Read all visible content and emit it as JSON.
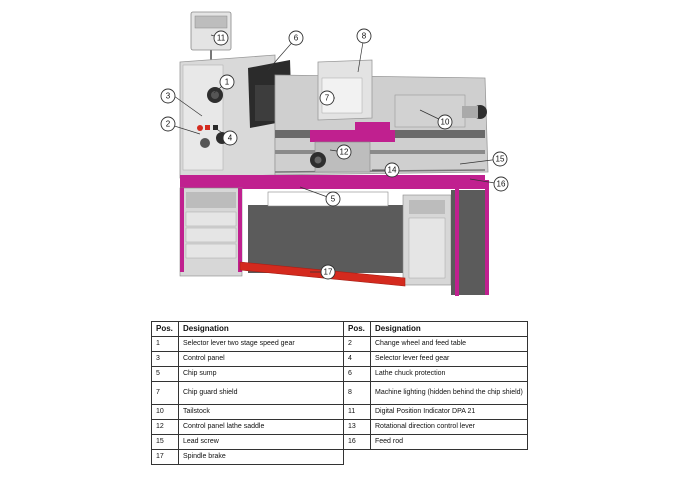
{
  "diagram": {
    "callouts": [
      {
        "number": "1"
      },
      {
        "number": "2"
      },
      {
        "number": "3"
      },
      {
        "number": "4"
      },
      {
        "number": "5"
      },
      {
        "number": "6"
      },
      {
        "number": "7"
      },
      {
        "number": "8"
      },
      {
        "number": "10"
      },
      {
        "number": "11"
      },
      {
        "number": "12"
      },
      {
        "number": "14"
      },
      {
        "number": "15"
      },
      {
        "number": "16"
      },
      {
        "number": "17"
      }
    ],
    "colors": {
      "accent": "#c0208f",
      "brake_bar": "#d42a1e",
      "body": "#d7d7d7",
      "cabinet": "#5b5b5b"
    }
  },
  "table": {
    "headers": {
      "pos": "Pos.",
      "designation": "Designation"
    },
    "rows": [
      {
        "left_pos": "1",
        "left_desc": "Selector lever two stage speed gear",
        "right_pos": "2",
        "right_desc": "Change wheel and feed table"
      },
      {
        "left_pos": "3",
        "left_desc": "Control panel",
        "right_pos": "4",
        "right_desc": "Selector lever feed gear"
      },
      {
        "left_pos": "5",
        "left_desc": "Chip sump",
        "right_pos": "6",
        "right_desc": "Lathe chuck protection"
      },
      {
        "left_pos": "7",
        "left_desc": "Chip guard shield",
        "right_pos": "8",
        "right_desc": "Machine lighting (hidden behind the chip shield)"
      },
      {
        "left_pos": "10",
        "left_desc": "Tailstock",
        "right_pos": "11",
        "right_desc": "Digital Position Indicator DPA 21"
      },
      {
        "left_pos": "12",
        "left_desc": "Control panel lathe saddle",
        "right_pos": "13",
        "right_desc": "Rotational direction control lever"
      },
      {
        "left_pos": "15",
        "left_desc": "Lead screw",
        "right_pos": "16",
        "right_desc": "Feed rod"
      },
      {
        "left_pos": "17",
        "left_desc": "Spindle brake",
        "right_pos": "",
        "right_desc": ""
      }
    ]
  }
}
